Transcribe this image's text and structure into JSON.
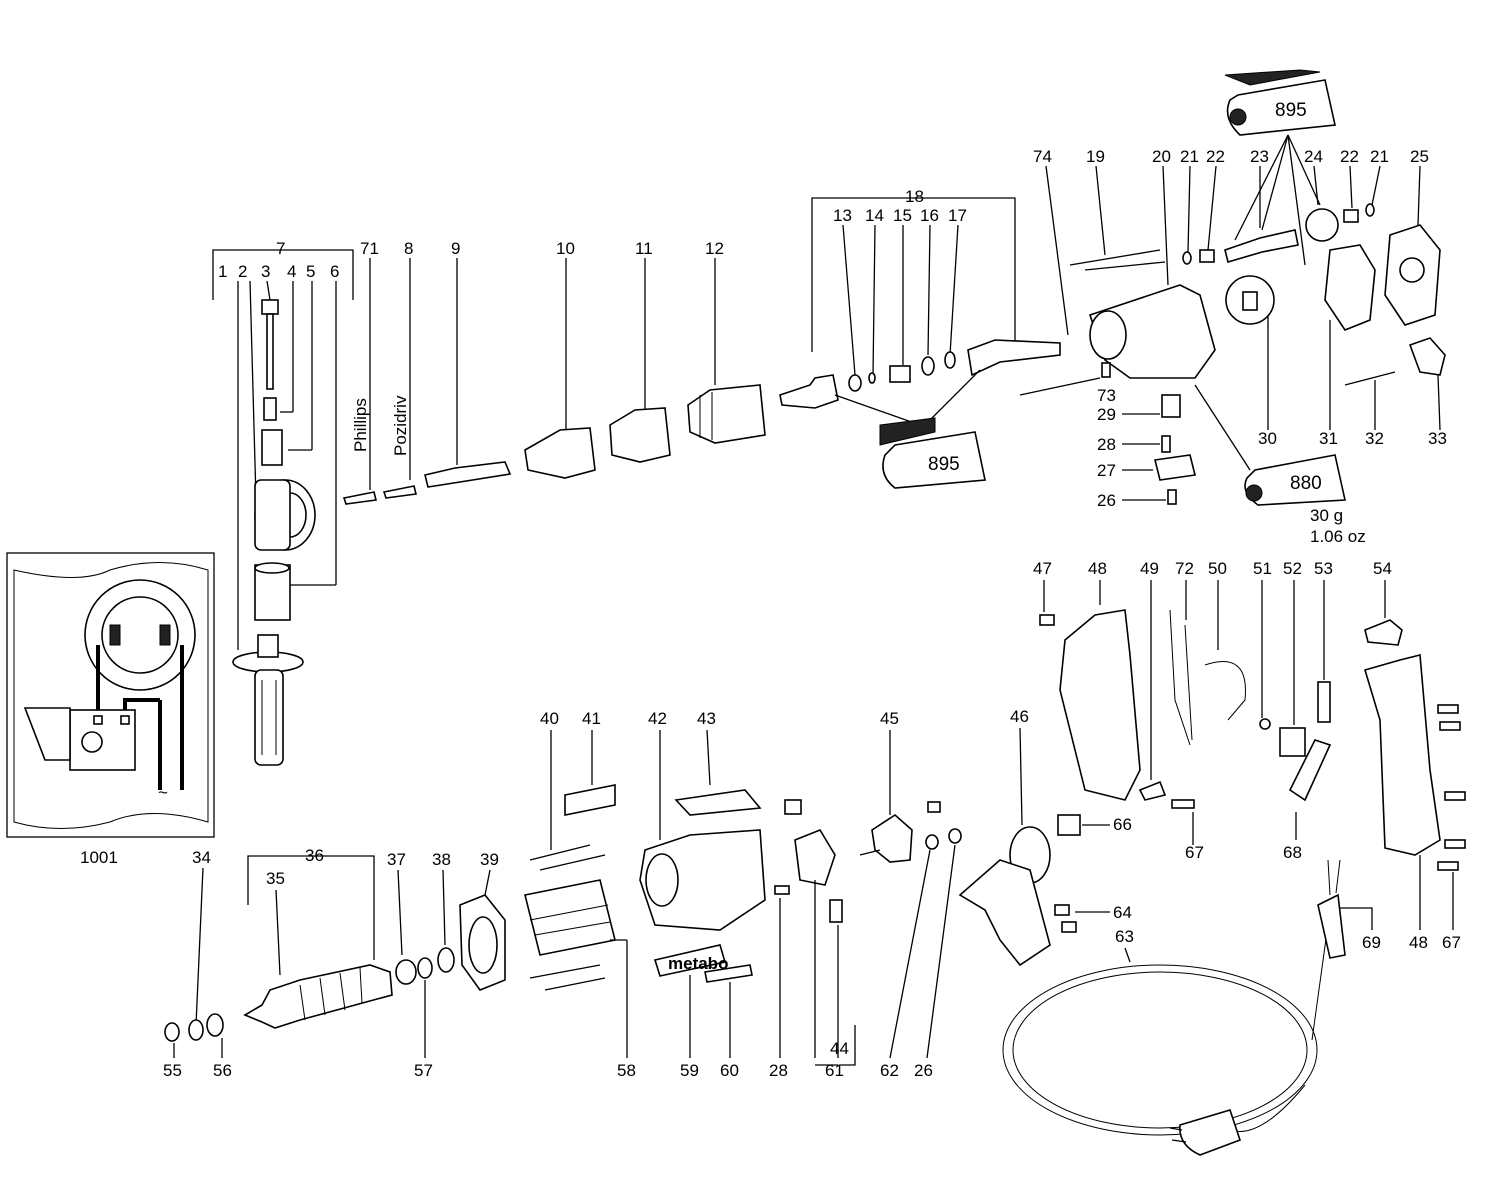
{
  "labels": {
    "p1": "1",
    "p2": "2",
    "p3": "3",
    "p4": "4",
    "p5": "5",
    "p6": "6",
    "p7": "7",
    "p8": "8",
    "p9": "9",
    "p10": "10",
    "p11": "11",
    "p12": "12",
    "p13": "13",
    "p14": "14",
    "p15": "15",
    "p16": "16",
    "p17": "17",
    "p18": "18",
    "p19": "19",
    "p20": "20",
    "p21a": "21",
    "p21b": "21",
    "p22a": "22",
    "p22b": "22",
    "p23": "23",
    "p24": "24",
    "p25": "25",
    "p26a": "26",
    "p26b": "26",
    "p27": "27",
    "p28a": "28",
    "p28b": "28",
    "p29": "29",
    "p30": "30",
    "p31": "31",
    "p32": "32",
    "p33": "33",
    "p34": "34",
    "p35": "35",
    "p36": "36",
    "p37": "37",
    "p38": "38",
    "p39": "39",
    "p40": "40",
    "p41": "41",
    "p42": "42",
    "p43": "43",
    "p44": "44",
    "p45": "45",
    "p46": "46",
    "p47": "47",
    "p48a": "48",
    "p48b": "48",
    "p49": "49",
    "p50": "50",
    "p51": "51",
    "p52": "52",
    "p53": "53",
    "p54": "54",
    "p55": "55",
    "p56": "56",
    "p57": "57",
    "p58": "58",
    "p59": "59",
    "p60": "60",
    "p61": "61",
    "p62": "62",
    "p63": "63",
    "p64": "64",
    "p66": "66",
    "p67a": "67",
    "p67b": "67",
    "p68": "68",
    "p69": "69",
    "p71": "71",
    "p72": "72",
    "p73": "73",
    "p74": "74",
    "p1001": "1001"
  },
  "bit_labels": {
    "phillips": "Phillips",
    "pozidriv": "Pozidriv"
  },
  "tubes": {
    "grease_top": "895",
    "grease_mid": "895",
    "grease_right": "880"
  },
  "grease_amount": {
    "metric": "30 g",
    "imperial": "1.06 oz"
  },
  "brand_plate": "metabo",
  "icons": [
    "grease-tube-icon",
    "brush-icon",
    "power-plug-icon",
    "ac-symbol-icon"
  ]
}
